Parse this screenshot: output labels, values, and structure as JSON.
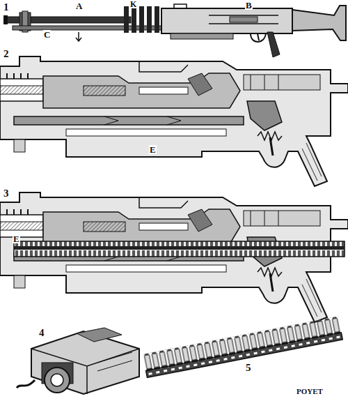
{
  "diagram": {
    "labels": [
      "1",
      "A",
      "K",
      "B",
      "C",
      "2",
      "E",
      "3",
      "E",
      "4",
      "5",
      "POYET"
    ]
  }
}
